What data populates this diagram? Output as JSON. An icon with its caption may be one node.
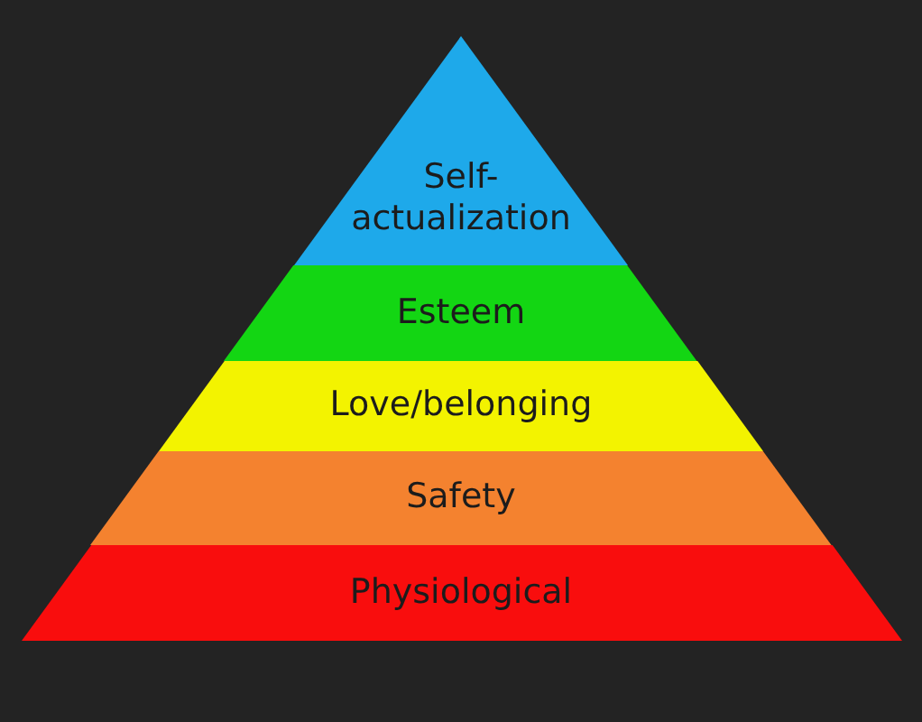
{
  "diagram": {
    "nodes": [
      {
        "text": [
          "Self-actualization"
        ]
      },
      {
        "text": [
          "Esteem"
        ]
      },
      {
        "text": [
          "Love/belonging"
        ]
      },
      {
        "text": [
          "Safety"
        ]
      },
      {
        "text": [
          "Physiological"
        ]
      }
    ]
  }
}
